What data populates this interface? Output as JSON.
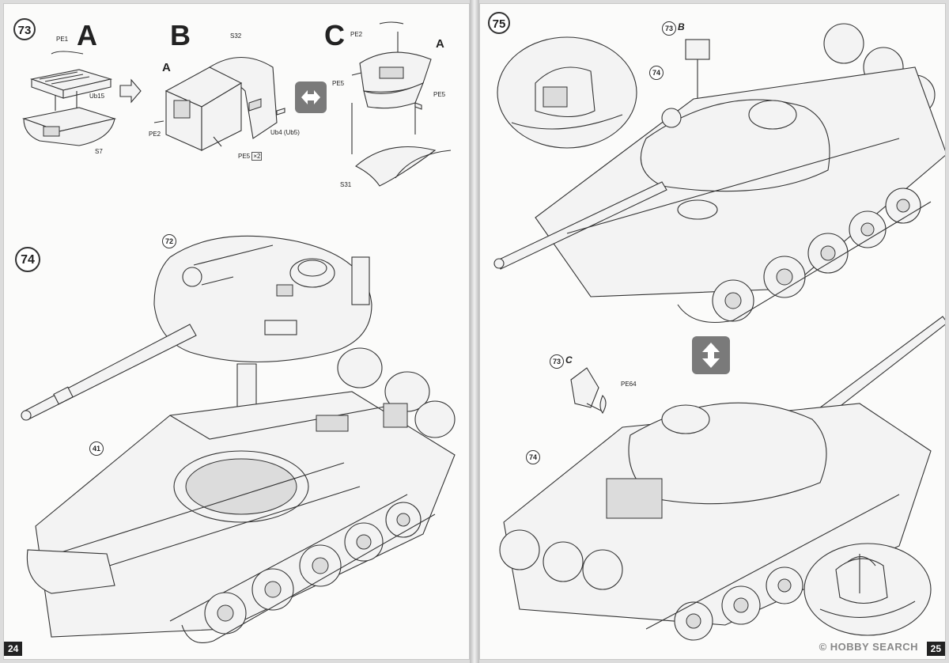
{
  "left_page": {
    "page_number": "24",
    "step73": {
      "number": "73",
      "sub_a": "A",
      "sub_b": "B",
      "sub_c": "C",
      "labels": {
        "pe1": "PE1",
        "ub15": "Ub15",
        "s7": "S7",
        "s32": "S32",
        "a_ref": "A",
        "pe2_b": "PE2",
        "ub4": "Ub4 (Ub5)",
        "pe5_b": "PE5",
        "pe5_b_mult": "×2",
        "pe2_c": "PE2",
        "a_ref_c": "A",
        "pe5_c1": "PE5",
        "pe5_c2": "PE5",
        "s31": "S31"
      }
    },
    "step74": {
      "number": "74",
      "ref72": "72",
      "ref41": "41"
    }
  },
  "right_page": {
    "page_number": "25",
    "step75": {
      "number": "75",
      "ref73b_num": "73",
      "ref73b_letter": "B",
      "ref74_top": "74",
      "ref73c_num": "73",
      "ref73c_letter": "C",
      "pe64": "PE64",
      "ref74_bottom": "74"
    },
    "watermark": "© HOBBY SEARCH"
  },
  "icons": {
    "flip_icon": "rotate-arrows-icon",
    "turn_icon": "flip-vertical-icon"
  },
  "colors": {
    "paper": "#fbfbfa",
    "ink": "#333333",
    "symbol_gray": "#7a7a7a"
  }
}
